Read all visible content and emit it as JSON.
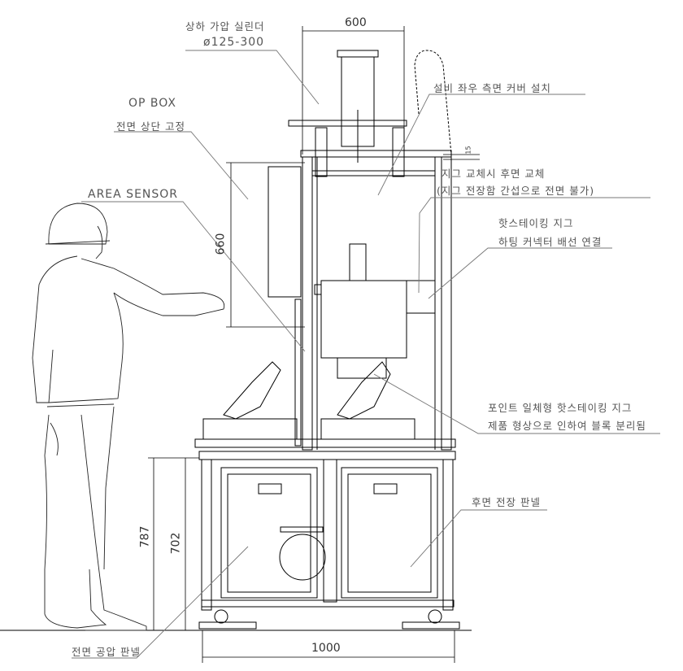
{
  "annotations": {
    "cylinder": {
      "line1": "상하 가압 실린더",
      "line2": "ø125-300"
    },
    "op_box": {
      "line1": "OP BOX",
      "line2": "전면 상단 고정"
    },
    "area_sensor": {
      "line1": "AREA SENSOR"
    },
    "side_cover": {
      "line1": "설비 좌우 측면 커버 설치"
    },
    "jig_replace": {
      "line1": "지그 교체시 후면 교체",
      "line2": "(지그 전장함 간섭으로 전면 불가)"
    },
    "hot_staking_jig": {
      "line1": "핫스테이킹 지그",
      "line2": "하팅 커넥터 배선 연결"
    },
    "point_jig": {
      "line1": "포인트 일체형 핫스테이킹 지그",
      "line2": "제품 형상으로 인하여 블록 분리됨"
    },
    "rear_panel": {
      "line1": "후면 전장 판넬"
    },
    "front_panel": {
      "line1": "전면 공압 판넬"
    }
  },
  "dimensions": {
    "top_width": "600",
    "bottom_width": "1000",
    "op_box_height": "660",
    "total_height_lower": "787",
    "frame_height_lower": "702",
    "cover_offset": "15"
  },
  "colors": {
    "line": "#000000",
    "leader": "#777777",
    "text": "#555555"
  }
}
